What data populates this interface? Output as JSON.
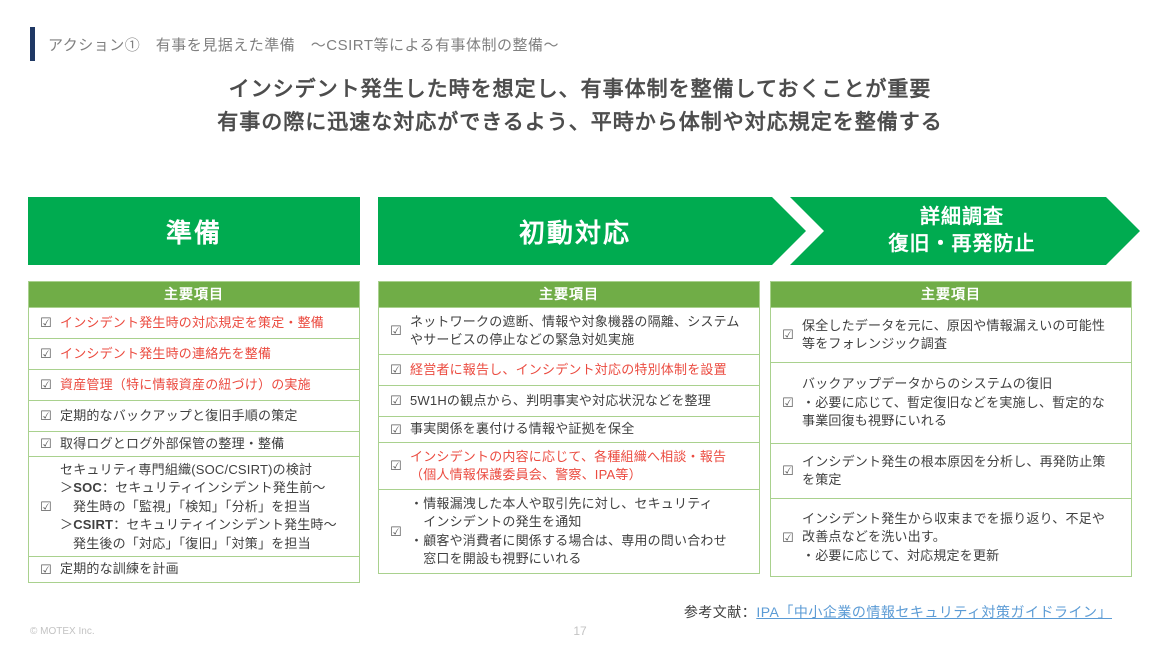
{
  "colors": {
    "green": "#00AB50",
    "hgreen": "#70AD47",
    "bgreen": "#A9D18E",
    "red": "#EB4B40",
    "blue": "#5B9BD5",
    "navy": "#1F3864",
    "titlegray": "#4D4D4D",
    "graytext": "#808080"
  },
  "glyphs": {
    "checkbox": "☑"
  },
  "header": {
    "label": "アクション①　有事を見据えた準備　〜CSIRT等による有事体制の整備〜"
  },
  "title": {
    "line1": "インシデント発生した時を想定し、有事体制を整備しておくことが重要",
    "line2": "有事の際に迅速な対応ができるよう、平時から体制や対応規定を整備する"
  },
  "phases": [
    {
      "label": "準備"
    },
    {
      "label": "初動対応"
    },
    {
      "label_line1": "詳細調査",
      "label_line2": "復旧・再発防止"
    }
  ],
  "tables": [
    {
      "header": "主要項目",
      "rows": [
        {
          "text": "インシデント発生時の対応規定を策定・整備"
        },
        {
          "text": "インシデント発生時の連絡先を整備"
        },
        {
          "text": "資産管理（特に情報資産の紐づけ）の実施"
        },
        {
          "text": "定期的なバックアップと復旧手順の策定"
        },
        {
          "text": "取得ログとログ外部保管の整理・整備"
        },
        {
          "line1": "セキュリティ専門組織(SOC/CSIRT)の検討",
          "line2_prefix": "＞",
          "line2_bold": "SOC",
          "line2_rest": "：セキュリティインシデント発生前〜",
          "line3": "発生時の「監視」「検知」「分析」を担当",
          "line4_prefix": "＞",
          "line4_bold": "CSIRT",
          "line4_rest": "：セキュリティインシデント発生時〜",
          "line5": "発生後の「対応」「復旧」「対策」を担当"
        },
        {
          "text": "定期的な訓練を計画"
        }
      ]
    },
    {
      "header": "主要項目",
      "rows": [
        {
          "lines": [
            "ネットワークの遮断、情報や対象機器の隔離、システム",
            "やサービスの停止などの緊急対処実施"
          ]
        },
        {
          "text": "経営者に報告し、インシデント対応の特別体制を設置"
        },
        {
          "text": "5W1Hの観点から、判明事実や対応状況などを整理"
        },
        {
          "text": "事実関係を裏付ける情報や証拠を保全"
        },
        {
          "lines": [
            "インシデントの内容に応じて、各種組織へ相談・報告",
            "（個人情報保護委員会、警察、IPA等）"
          ]
        },
        {
          "lines": [
            "・情報漏洩した本人や取引先に対し、セキュリティ",
            "　インシデントの発生を通知",
            "・顧客や消費者に関係する場合は、専用の問い合わせ",
            "　窓口を開設も視野にいれる"
          ]
        }
      ]
    },
    {
      "header": "主要項目",
      "rows": [
        {
          "lines": [
            "保全したデータを元に、原因や情報漏えいの可能性",
            "等をフォレンジック調査"
          ]
        },
        {
          "lines": [
            "バックアップデータからのシステムの復旧",
            "・必要に応じて、暫定復旧などを実施し、暫定的な",
            "事業回復も視野にいれる"
          ]
        },
        {
          "lines": [
            "インシデント発生の根本原因を分析し、再発防止策",
            "を策定"
          ]
        },
        {
          "lines": [
            "インシデント発生から収束までを振り返り、不足や",
            "改善点などを洗い出す。",
            "・必要に応じて、対応規定を更新"
          ]
        }
      ]
    }
  ],
  "reference": {
    "label": "参考文献：",
    "link": "IPA「中小企業の情報セキュリティ対策ガイドライン」"
  },
  "footer": {
    "copyright": "© MOTEX Inc.",
    "page": "17"
  }
}
